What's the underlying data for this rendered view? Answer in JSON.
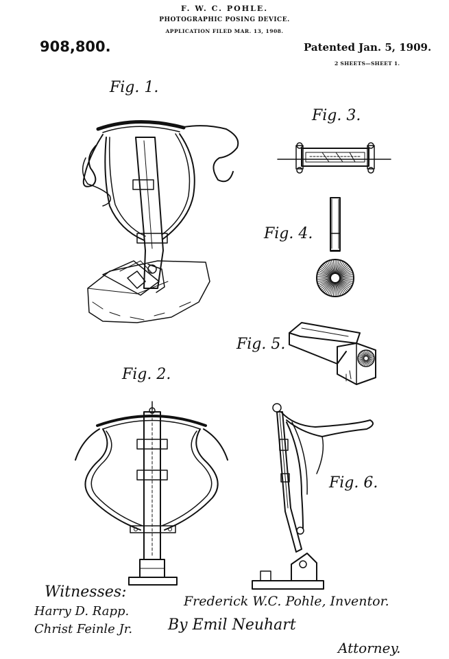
{
  "header": {
    "inventor": "F. W. C. POHLE.",
    "title": "PHOTOGRAPHIC POSING DEVICE.",
    "application": "APPLICATION FILED MAR. 13, 1908.",
    "patent_number": "908,800.",
    "patent_date": "Patented Jan. 5, 1909.",
    "sheets": "2 SHEETS—SHEET 1."
  },
  "figures": {
    "fig1": "Fig. 1.",
    "fig2": "Fig. 2.",
    "fig3": "Fig. 3.",
    "fig4": "Fig. 4.",
    "fig5": "Fig. 5.",
    "fig6": "Fig. 6."
  },
  "signatures": {
    "witnesses_label": "Witnesses:",
    "witness_1": "Harry D. Rapp.",
    "witness_2": "Christ Feinle Jr.",
    "inventor": "Frederick W.C. Pohle, Inventor.",
    "by_attorney": "By Emil Neuhart",
    "attorney_label": "Attorney."
  }
}
